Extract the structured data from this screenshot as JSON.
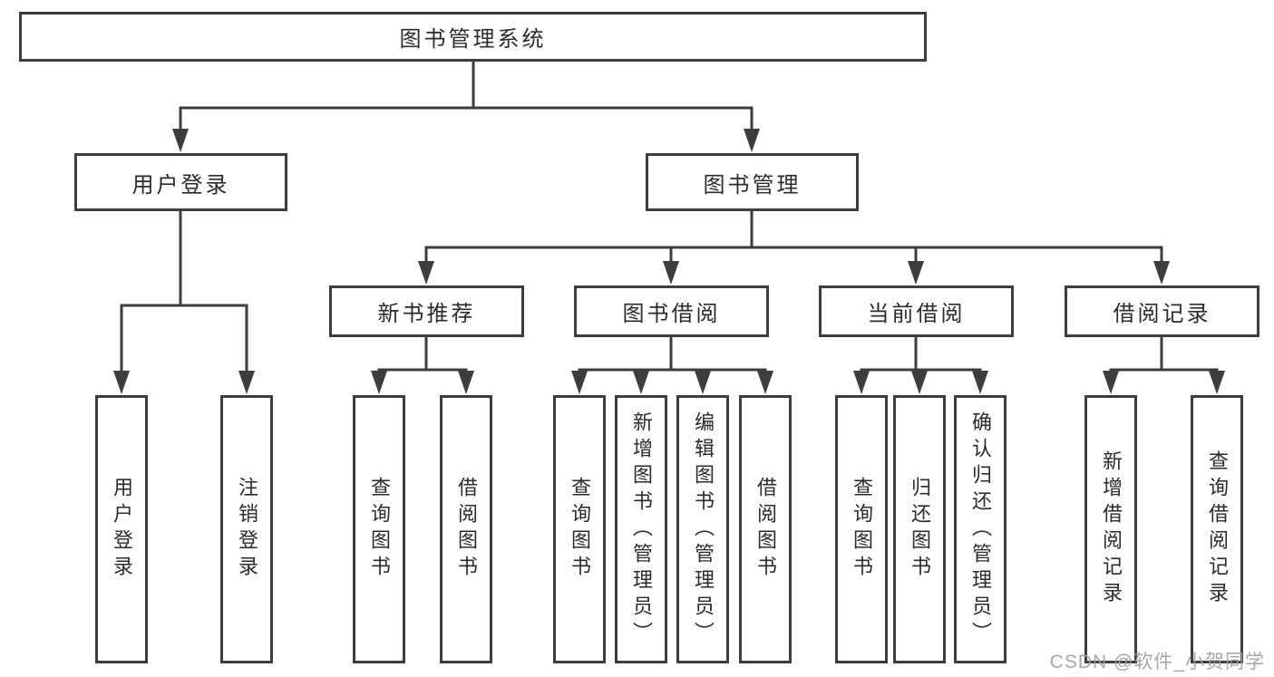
{
  "diagram": {
    "root": "图书管理系统",
    "user_login": {
      "label": "用户登录",
      "children": [
        "用户登录",
        "注销登录"
      ]
    },
    "book_mgmt": {
      "label": "图书管理",
      "sections": {
        "new_books": {
          "label": "新书推荐",
          "children": [
            "查询图书",
            "借阅图书"
          ]
        },
        "borrowing": {
          "label": "图书借阅",
          "children": [
            "查询图书",
            "新增图书（管理员）",
            "编辑图书（管理员）",
            "借阅图书"
          ]
        },
        "current": {
          "label": "当前借阅",
          "children": [
            "查询图书",
            "归还图书",
            "确认归还（管理员）"
          ]
        },
        "records": {
          "label": "借阅记录",
          "children": [
            "新增借阅记录",
            "查询借阅记录"
          ]
        }
      }
    }
  },
  "watermark": "CSDN @软件_小贺同学",
  "colors": {
    "line": "#3d3d3d",
    "border": "#3d3d3d",
    "text": "#2b2b2b",
    "watermark": "#a5a5a5",
    "background": "#ffffff"
  }
}
